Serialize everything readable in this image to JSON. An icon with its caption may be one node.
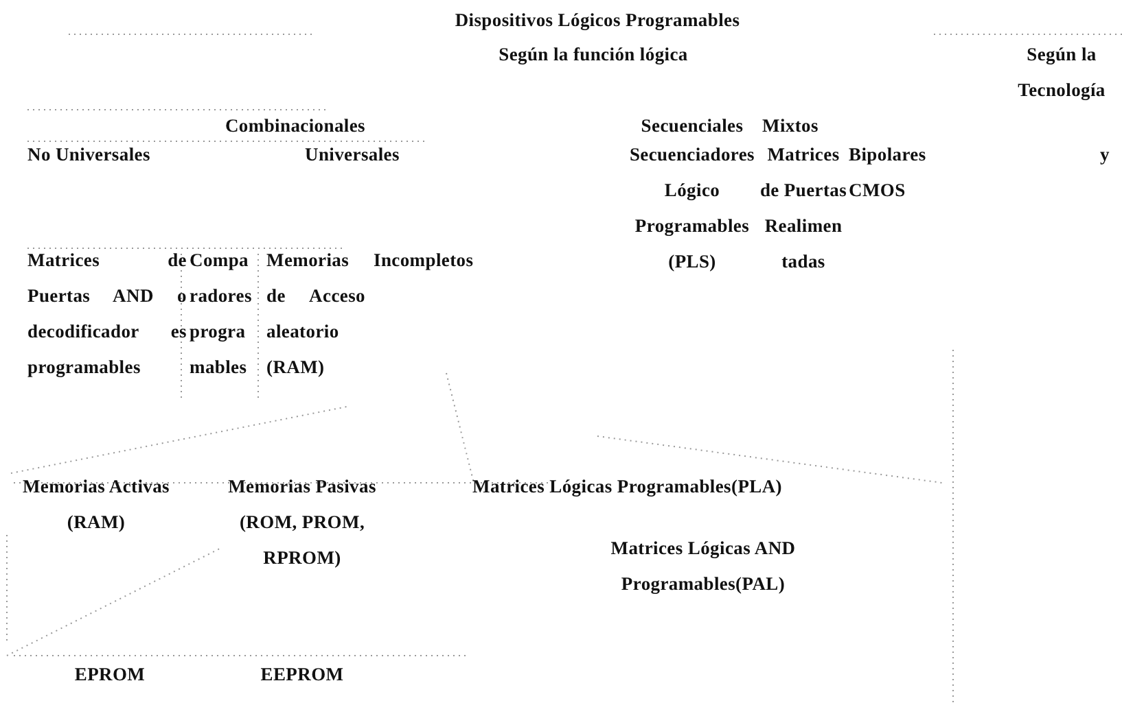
{
  "diagram": {
    "title": "Dispositivos Lógicos Programables",
    "labels": [
      "Según la función lógica",
      "Según la Tecnología",
      "Combinacionales",
      "Secuenciales",
      "Mixtos",
      "No Universales",
      "Universales",
      "Secuenciadores Lógico Programables (PLS)",
      "Matrices de Puertas Realimen tadas",
      "Bipolares y CMOS",
      "Matrices de Puertas AND o decodificador es programables",
      "Compa radores progra mables",
      "Memorias de Acceso aleatorio (RAM)",
      "Incompletos",
      "Memorias Activas (RAM)",
      "Memorias Pasivas (ROM, PROM, RPROM)",
      "Matrices Lógicas Programables(PLA)",
      "Matrices Lógicas AND Programables(PAL)",
      "EPROM",
      "EEPROM"
    ]
  }
}
